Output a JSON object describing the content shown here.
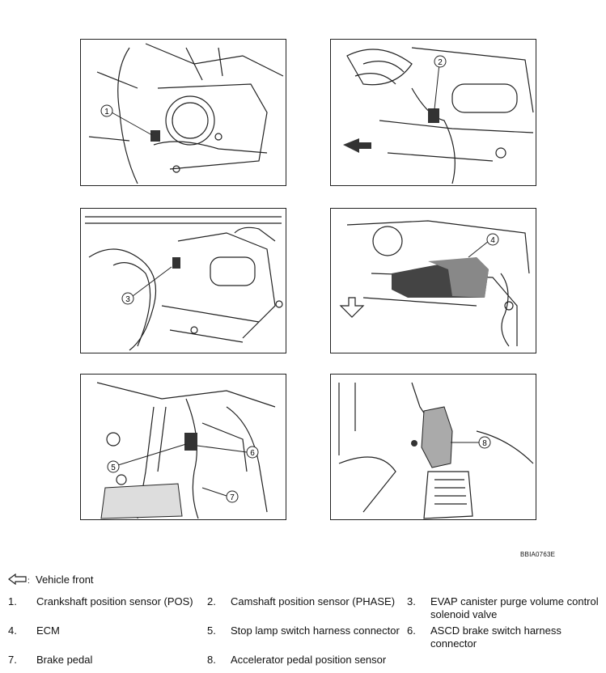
{
  "figure_code": "BBIA0763E",
  "front_legend": {
    "label": "Vehicle front"
  },
  "callouts": [
    "1",
    "2",
    "3",
    "4",
    "5",
    "6",
    "7",
    "8"
  ],
  "legend": [
    {
      "num": "1.",
      "text": "Crankshaft position sensor (POS)"
    },
    {
      "num": "2.",
      "text": "Camshaft position sensor (PHASE)"
    },
    {
      "num": "3.",
      "text": "EVAP canister purge volume control solenoid valve"
    },
    {
      "num": "4.",
      "text": "ECM"
    },
    {
      "num": "5.",
      "text": "Stop lamp switch harness connector"
    },
    {
      "num": "6.",
      "text": "ASCD brake switch harness connector"
    },
    {
      "num": "7.",
      "text": "Brake pedal"
    },
    {
      "num": "8.",
      "text": "Accelerator pedal position sensor"
    }
  ]
}
